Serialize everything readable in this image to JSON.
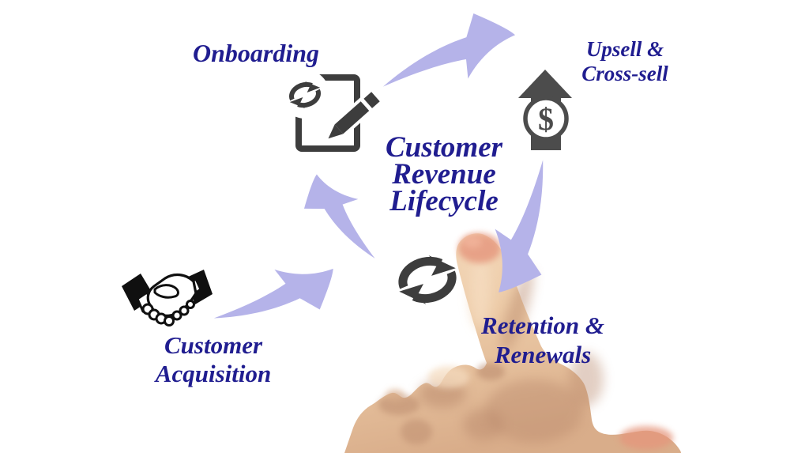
{
  "title": {
    "lines": [
      "Customer",
      "Revenue",
      "Lifecycle"
    ]
  },
  "nodes": [
    {
      "id": "onboarding",
      "label_lines": [
        "Onboarding"
      ],
      "icon": "document-pencil-sync-icon"
    },
    {
      "id": "upsell-cross-sell",
      "label_lines": [
        "Upsell &",
        "Cross-sell"
      ],
      "icon": "money-up-arrow-icon",
      "icon_text": "$"
    },
    {
      "id": "retention-renewals",
      "label_lines": [
        "Retention &",
        "Renewals"
      ],
      "icon": "cycle-arrows-icon"
    },
    {
      "id": "customer-acquisition",
      "label_lines": [
        "Customer",
        "Acquisition"
      ],
      "icon": "handshake-icon"
    }
  ],
  "flow_arrows": [
    {
      "id": "arrow-onboarding-to-upsell",
      "from": "onboarding",
      "to": "upsell-cross-sell"
    },
    {
      "id": "arrow-upsell-to-retention",
      "from": "upsell-cross-sell",
      "to": "retention-renewals"
    },
    {
      "id": "arrow-center-to-onboarding",
      "from": "retention-renewals",
      "to": "onboarding"
    },
    {
      "id": "arrow-acquisition-to-center",
      "from": "customer-acquisition",
      "to": "retention-renewals"
    }
  ],
  "photo": {
    "subject": "hand with index finger pointing at retention cycle icon"
  },
  "colors": {
    "background": "#ffffff",
    "label_ink": "#201d90",
    "arrow_lavender": "#b5b3e9",
    "arrow_overlap_violet": "#8577c1",
    "icon_dark": "#3d3d3d",
    "icon_slate": "#4c4c4c",
    "handshake_black": "#101010",
    "skin_light": "#f5dcc0",
    "skin_mid": "#eccaa6",
    "skin_deep": "#d9ad8a",
    "skin_shadow": "#b8876a",
    "blush": "#e5957c",
    "blush_light": "#f2b59c"
  }
}
